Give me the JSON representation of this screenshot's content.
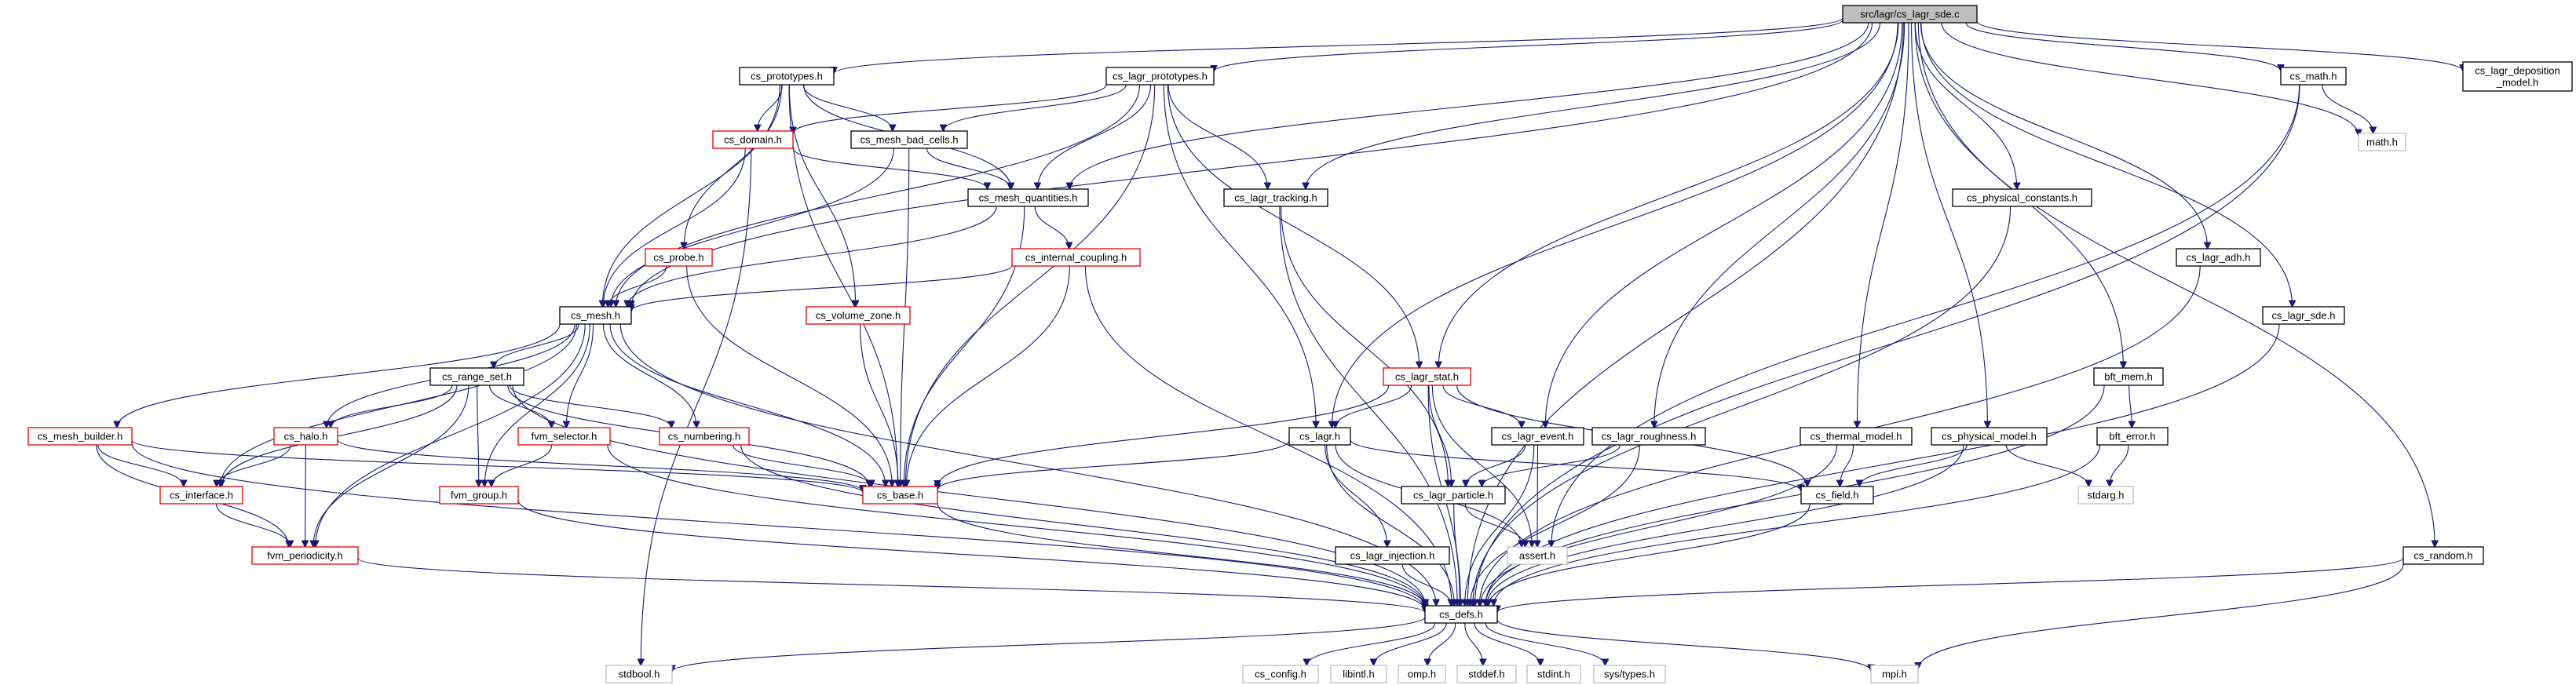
{
  "colors": {
    "edge": "#191970",
    "node_border": "#000000",
    "error_node_border": "#e60000",
    "system_node_border": "#bfbfbf",
    "focus_fill": "#bfbfbf"
  },
  "nodes": [
    {
      "id": "sde_c",
      "label": "src/lagr/cs_lagr_sde.c",
      "style": "focus"
    },
    {
      "id": "prototypes",
      "label": "cs_prototypes.h",
      "style": "std"
    },
    {
      "id": "lagr_prototypes",
      "label": "cs_lagr_prototypes.h",
      "style": "std"
    },
    {
      "id": "math",
      "label": "cs_math.h",
      "style": "std"
    },
    {
      "id": "lagr_deposition",
      "label": [
        "cs_lagr_deposition",
        "_model.h"
      ],
      "style": "std"
    },
    {
      "id": "math_h",
      "label": "math.h",
      "style": "gray"
    },
    {
      "id": "domain",
      "label": "cs_domain.h",
      "style": "red"
    },
    {
      "id": "mesh_bad_cells",
      "label": "cs_mesh_bad_cells.h",
      "style": "std"
    },
    {
      "id": "mesh_quantities",
      "label": "cs_mesh_quantities.h",
      "style": "std"
    },
    {
      "id": "lagr_tracking",
      "label": "cs_lagr_tracking.h",
      "style": "std"
    },
    {
      "id": "physical_constants",
      "label": "cs_physical_constants.h",
      "style": "std"
    },
    {
      "id": "probe",
      "label": "cs_probe.h",
      "style": "red"
    },
    {
      "id": "internal_coupling",
      "label": "cs_internal_coupling.h",
      "style": "red"
    },
    {
      "id": "lagr_adh",
      "label": "cs_lagr_adh.h",
      "style": "std"
    },
    {
      "id": "mesh",
      "label": "cs_mesh.h",
      "style": "std"
    },
    {
      "id": "volume_zone",
      "label": "cs_volume_zone.h",
      "style": "red"
    },
    {
      "id": "lagr_sde_h",
      "label": "cs_lagr_sde.h",
      "style": "std"
    },
    {
      "id": "range_set",
      "label": "cs_range_set.h",
      "style": "std"
    },
    {
      "id": "lagr_stat",
      "label": "cs_lagr_stat.h",
      "style": "red"
    },
    {
      "id": "bft_mem",
      "label": "bft_mem.h",
      "style": "std"
    },
    {
      "id": "mesh_builder",
      "label": "cs_mesh_builder.h",
      "style": "red"
    },
    {
      "id": "halo",
      "label": "cs_halo.h",
      "style": "red"
    },
    {
      "id": "fvm_selector",
      "label": "fvm_selector.h",
      "style": "red"
    },
    {
      "id": "numbering",
      "label": "cs_numbering.h",
      "style": "red"
    },
    {
      "id": "lagr_h",
      "label": "cs_lagr.h",
      "style": "std"
    },
    {
      "id": "lagr_event",
      "label": "cs_lagr_event.h",
      "style": "std"
    },
    {
      "id": "lagr_roughness",
      "label": "cs_lagr_roughness.h",
      "style": "std"
    },
    {
      "id": "thermal_model",
      "label": "cs_thermal_model.h",
      "style": "std"
    },
    {
      "id": "physical_model",
      "label": "cs_physical_model.h",
      "style": "std"
    },
    {
      "id": "bft_error",
      "label": "bft_error.h",
      "style": "std"
    },
    {
      "id": "interface",
      "label": "cs_interface.h",
      "style": "red"
    },
    {
      "id": "fvm_group",
      "label": "fvm_group.h",
      "style": "red"
    },
    {
      "id": "base",
      "label": "cs_base.h",
      "style": "red"
    },
    {
      "id": "lagr_particle",
      "label": "cs_lagr_particle.h",
      "style": "std"
    },
    {
      "id": "field",
      "label": "cs_field.h",
      "style": "std"
    },
    {
      "id": "stdarg",
      "label": "stdarg.h",
      "style": "gray"
    },
    {
      "id": "assert",
      "label": "assert.h",
      "style": "gray"
    },
    {
      "id": "fvm_periodicity",
      "label": "fvm_periodicity.h",
      "style": "red"
    },
    {
      "id": "lagr_injection",
      "label": "cs_lagr_injection.h",
      "style": "std"
    },
    {
      "id": "random",
      "label": "cs_random.h",
      "style": "std"
    },
    {
      "id": "defs",
      "label": "cs_defs.h",
      "style": "std"
    },
    {
      "id": "stdbool",
      "label": "stdbool.h",
      "style": "gray"
    },
    {
      "id": "cs_config",
      "label": "cs_config.h",
      "style": "gray"
    },
    {
      "id": "libintl",
      "label": "libintl.h",
      "style": "gray"
    },
    {
      "id": "omp",
      "label": "omp.h",
      "style": "gray"
    },
    {
      "id": "stddef",
      "label": "stddef.h",
      "style": "gray"
    },
    {
      "id": "stdint",
      "label": "stdint.h",
      "style": "gray"
    },
    {
      "id": "sys_types",
      "label": "sys/types.h",
      "style": "gray"
    },
    {
      "id": "mpi",
      "label": "mpi.h",
      "style": "gray"
    }
  ],
  "edges": [
    [
      "sde_c",
      "prototypes"
    ],
    [
      "sde_c",
      "lagr_prototypes"
    ],
    [
      "sde_c",
      "mesh_quantities"
    ],
    [
      "sde_c",
      "mesh"
    ],
    [
      "sde_c",
      "lagr_tracking"
    ],
    [
      "sde_c",
      "lagr_h"
    ],
    [
      "sde_c",
      "lagr_stat"
    ],
    [
      "sde_c",
      "lagr_event"
    ],
    [
      "sde_c",
      "lagr_roughness"
    ],
    [
      "sde_c",
      "thermal_model"
    ],
    [
      "sde_c",
      "physical_constants"
    ],
    [
      "sde_c",
      "physical_model"
    ],
    [
      "sde_c",
      "bft_mem"
    ],
    [
      "sde_c",
      "defs"
    ],
    [
      "sde_c",
      "lagr_adh"
    ],
    [
      "sde_c",
      "lagr_sde_h"
    ],
    [
      "sde_c",
      "math"
    ],
    [
      "sde_c",
      "math_h"
    ],
    [
      "sde_c",
      "lagr_deposition"
    ],
    [
      "sde_c",
      "random"
    ],
    [
      "prototypes",
      "domain"
    ],
    [
      "prototypes",
      "mesh_bad_cells"
    ],
    [
      "prototypes",
      "mesh_quantities"
    ],
    [
      "prototypes",
      "mesh"
    ],
    [
      "prototypes",
      "probe"
    ],
    [
      "prototypes",
      "volume_zone"
    ],
    [
      "prototypes",
      "base"
    ],
    [
      "lagr_prototypes",
      "domain"
    ],
    [
      "lagr_prototypes",
      "mesh_bad_cells"
    ],
    [
      "lagr_prototypes",
      "mesh_quantities"
    ],
    [
      "lagr_prototypes",
      "mesh"
    ],
    [
      "lagr_prototypes",
      "lagr_tracking"
    ],
    [
      "lagr_prototypes",
      "lagr_h"
    ],
    [
      "lagr_prototypes",
      "lagr_stat"
    ],
    [
      "lagr_prototypes",
      "base"
    ],
    [
      "domain",
      "mesh_quantities"
    ],
    [
      "domain",
      "mesh"
    ],
    [
      "domain",
      "stdbool"
    ],
    [
      "mesh_bad_cells",
      "mesh"
    ],
    [
      "mesh_bad_cells",
      "mesh_quantities"
    ],
    [
      "mesh_bad_cells",
      "base"
    ],
    [
      "mesh_quantities",
      "mesh"
    ],
    [
      "mesh_quantities",
      "internal_coupling"
    ],
    [
      "mesh_quantities",
      "base"
    ],
    [
      "probe",
      "mesh"
    ],
    [
      "probe",
      "base"
    ],
    [
      "internal_coupling",
      "mesh"
    ],
    [
      "internal_coupling",
      "base"
    ],
    [
      "internal_coupling",
      "defs"
    ],
    [
      "volume_zone",
      "base"
    ],
    [
      "lagr_tracking",
      "lagr_particle"
    ],
    [
      "lagr_tracking",
      "defs"
    ],
    [
      "physical_constants",
      "defs"
    ],
    [
      "math",
      "math_h"
    ],
    [
      "math",
      "assert"
    ],
    [
      "math",
      "defs"
    ],
    [
      "lagr_adh",
      "defs"
    ],
    [
      "lagr_sde_h",
      "defs"
    ],
    [
      "bft_mem",
      "bft_error"
    ],
    [
      "bft_mem",
      "defs"
    ],
    [
      "bft_error",
      "stdarg"
    ],
    [
      "bft_error",
      "defs"
    ],
    [
      "random",
      "defs"
    ],
    [
      "random",
      "mpi"
    ],
    [
      "mesh",
      "range_set"
    ],
    [
      "mesh",
      "mesh_builder"
    ],
    [
      "mesh",
      "halo"
    ],
    [
      "mesh",
      "interface"
    ],
    [
      "mesh",
      "fvm_group"
    ],
    [
      "mesh",
      "fvm_periodicity"
    ],
    [
      "mesh",
      "fvm_selector"
    ],
    [
      "mesh",
      "numbering"
    ],
    [
      "mesh",
      "base"
    ],
    [
      "mesh",
      "defs"
    ],
    [
      "range_set",
      "halo"
    ],
    [
      "range_set",
      "interface"
    ],
    [
      "range_set",
      "fvm_selector"
    ],
    [
      "range_set",
      "numbering"
    ],
    [
      "range_set",
      "fvm_group"
    ],
    [
      "range_set",
      "fvm_periodicity"
    ],
    [
      "range_set",
      "base"
    ],
    [
      "range_set",
      "defs"
    ],
    [
      "mesh_builder",
      "interface"
    ],
    [
      "mesh_builder",
      "fvm_periodicity"
    ],
    [
      "mesh_builder",
      "base"
    ],
    [
      "mesh_builder",
      "defs"
    ],
    [
      "halo",
      "interface"
    ],
    [
      "halo",
      "fvm_periodicity"
    ],
    [
      "halo",
      "base"
    ],
    [
      "fvm_selector",
      "fvm_group"
    ],
    [
      "fvm_selector",
      "defs"
    ],
    [
      "numbering",
      "base"
    ],
    [
      "numbering",
      "defs"
    ],
    [
      "interface",
      "fvm_periodicity"
    ],
    [
      "fvm_group",
      "defs"
    ],
    [
      "fvm_periodicity",
      "defs"
    ],
    [
      "base",
      "defs"
    ],
    [
      "lagr_stat",
      "lagr_h"
    ],
    [
      "lagr_stat",
      "lagr_event"
    ],
    [
      "lagr_stat",
      "lagr_particle"
    ],
    [
      "lagr_stat",
      "field"
    ],
    [
      "lagr_stat",
      "base"
    ],
    [
      "lagr_stat",
      "assert"
    ],
    [
      "lagr_stat",
      "defs"
    ],
    [
      "lagr_h",
      "base"
    ],
    [
      "lagr_h",
      "field"
    ],
    [
      "lagr_h",
      "lagr_injection"
    ],
    [
      "lagr_h",
      "assert"
    ],
    [
      "lagr_h",
      "defs"
    ],
    [
      "lagr_event",
      "lagr_particle"
    ],
    [
      "lagr_event",
      "assert"
    ],
    [
      "lagr_event",
      "defs"
    ],
    [
      "lagr_roughness",
      "lagr_particle"
    ],
    [
      "lagr_roughness",
      "defs"
    ],
    [
      "thermal_model",
      "field"
    ],
    [
      "thermal_model",
      "defs"
    ],
    [
      "physical_model",
      "field"
    ],
    [
      "physical_model",
      "stdarg"
    ],
    [
      "physical_model",
      "defs"
    ],
    [
      "lagr_particle",
      "assert"
    ],
    [
      "lagr_particle",
      "defs"
    ],
    [
      "field",
      "defs"
    ],
    [
      "lagr_injection",
      "defs"
    ],
    [
      "defs",
      "stdbool"
    ],
    [
      "defs",
      "cs_config"
    ],
    [
      "defs",
      "libintl"
    ],
    [
      "defs",
      "omp"
    ],
    [
      "defs",
      "stddef"
    ],
    [
      "defs",
      "stdint"
    ],
    [
      "defs",
      "sys_types"
    ],
    [
      "defs",
      "mpi"
    ]
  ]
}
